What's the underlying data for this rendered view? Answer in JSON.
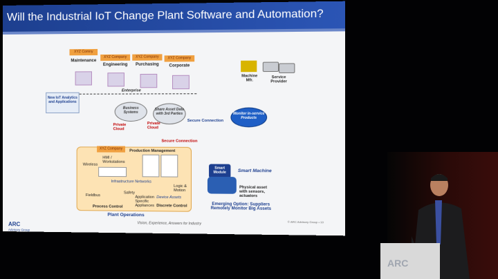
{
  "slide": {
    "title": "Will the Industrial IoT Change Plant Software and Automation?",
    "footer_tagline": "Vision, Experience, Answers for Industry",
    "copyright": "© ARC Advisory Group • 10",
    "logo": {
      "name": "ARC",
      "sub": "Advisory Group"
    }
  },
  "enterprise": {
    "company_boxes": [
      "XYZ Comny",
      "XYZ Company",
      "XYZ Company",
      "XYZ Company"
    ],
    "departments": [
      "Maintenance",
      "Engineering",
      "Purchasing",
      "Corporate"
    ],
    "label": "Enterprise"
  },
  "callout": {
    "text": "New IoT Analytics and Applications"
  },
  "clouds": {
    "business": "Business Systems",
    "share": "Share Asset Data with 3rd Parties",
    "monitor": "Monitor in-service Products",
    "private_1": "Private Cloud",
    "private_2": "Private Cloud"
  },
  "connections": {
    "secure_1": "Secure Connection",
    "secure_2": "Secure Connection"
  },
  "third_parties": {
    "machine_mfr": "Machine Mfr.",
    "service_provider": "Service Provider"
  },
  "plant": {
    "company_box": "XYZ Company",
    "production_management": "Production Management",
    "hmi": "HMI / Workstations",
    "wireless": "Wireless",
    "infrastructure": "Infrastructure Networks",
    "safety": "Safety",
    "logic_motion": "Logic & Motion",
    "device_assets": "Device Assets",
    "fieldbus": "Fieldbus",
    "process_control": "Process Control",
    "app_specific": "Application Specific Appliances",
    "discrete_control": "Discrete Control",
    "operations": "Plant Operations"
  },
  "smart_machine": {
    "module": "Smart Module",
    "title": "Smart Machine",
    "asset_desc": "Physical asset with sensors, actuators"
  },
  "emerging": {
    "text": "Emerging Option: Suppliers Remotely Monitor Big Assets"
  },
  "podium": {
    "logo": "ARC"
  }
}
